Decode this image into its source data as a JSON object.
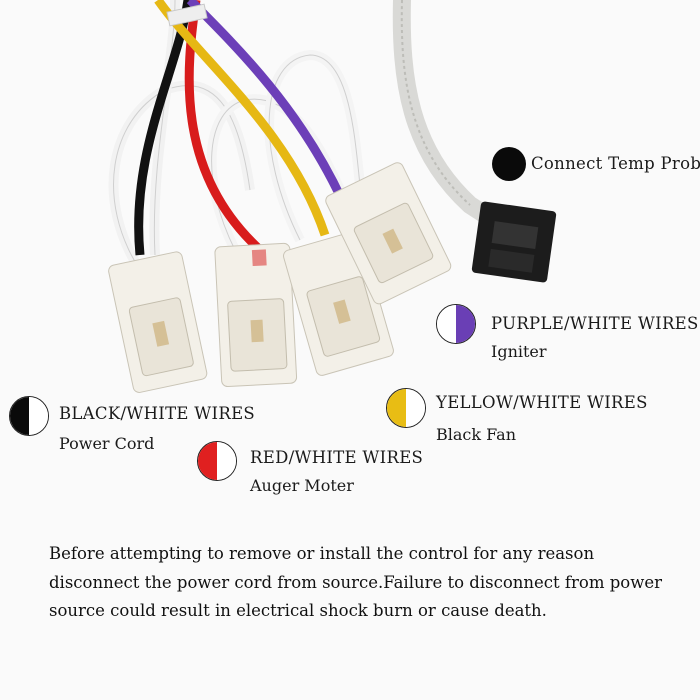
{
  "connectors": {
    "temp_probe": {
      "label": "Connect Temp Probe",
      "color": "#0a0a0a"
    },
    "purple": {
      "title": "PURPLE/WHITE WIRES",
      "function": "Igniter",
      "color": "#6a3fb5"
    },
    "yellow": {
      "title": "YELLOW/WHITE WIRES",
      "function": "Black Fan",
      "color": "#e8bd14"
    },
    "black": {
      "title": "BLACK/WHITE WIRES",
      "function": "Power Cord",
      "color": "#0a0a0a"
    },
    "red": {
      "title": "RED/WHITE WIRES",
      "function": "Auger Moter",
      "color": "#e02020"
    }
  },
  "warning": "Before attempting to remove or install the control for any reason disconnect the power cord from source.Failure to disconnect from power source could result in electrical shock burn or cause death."
}
